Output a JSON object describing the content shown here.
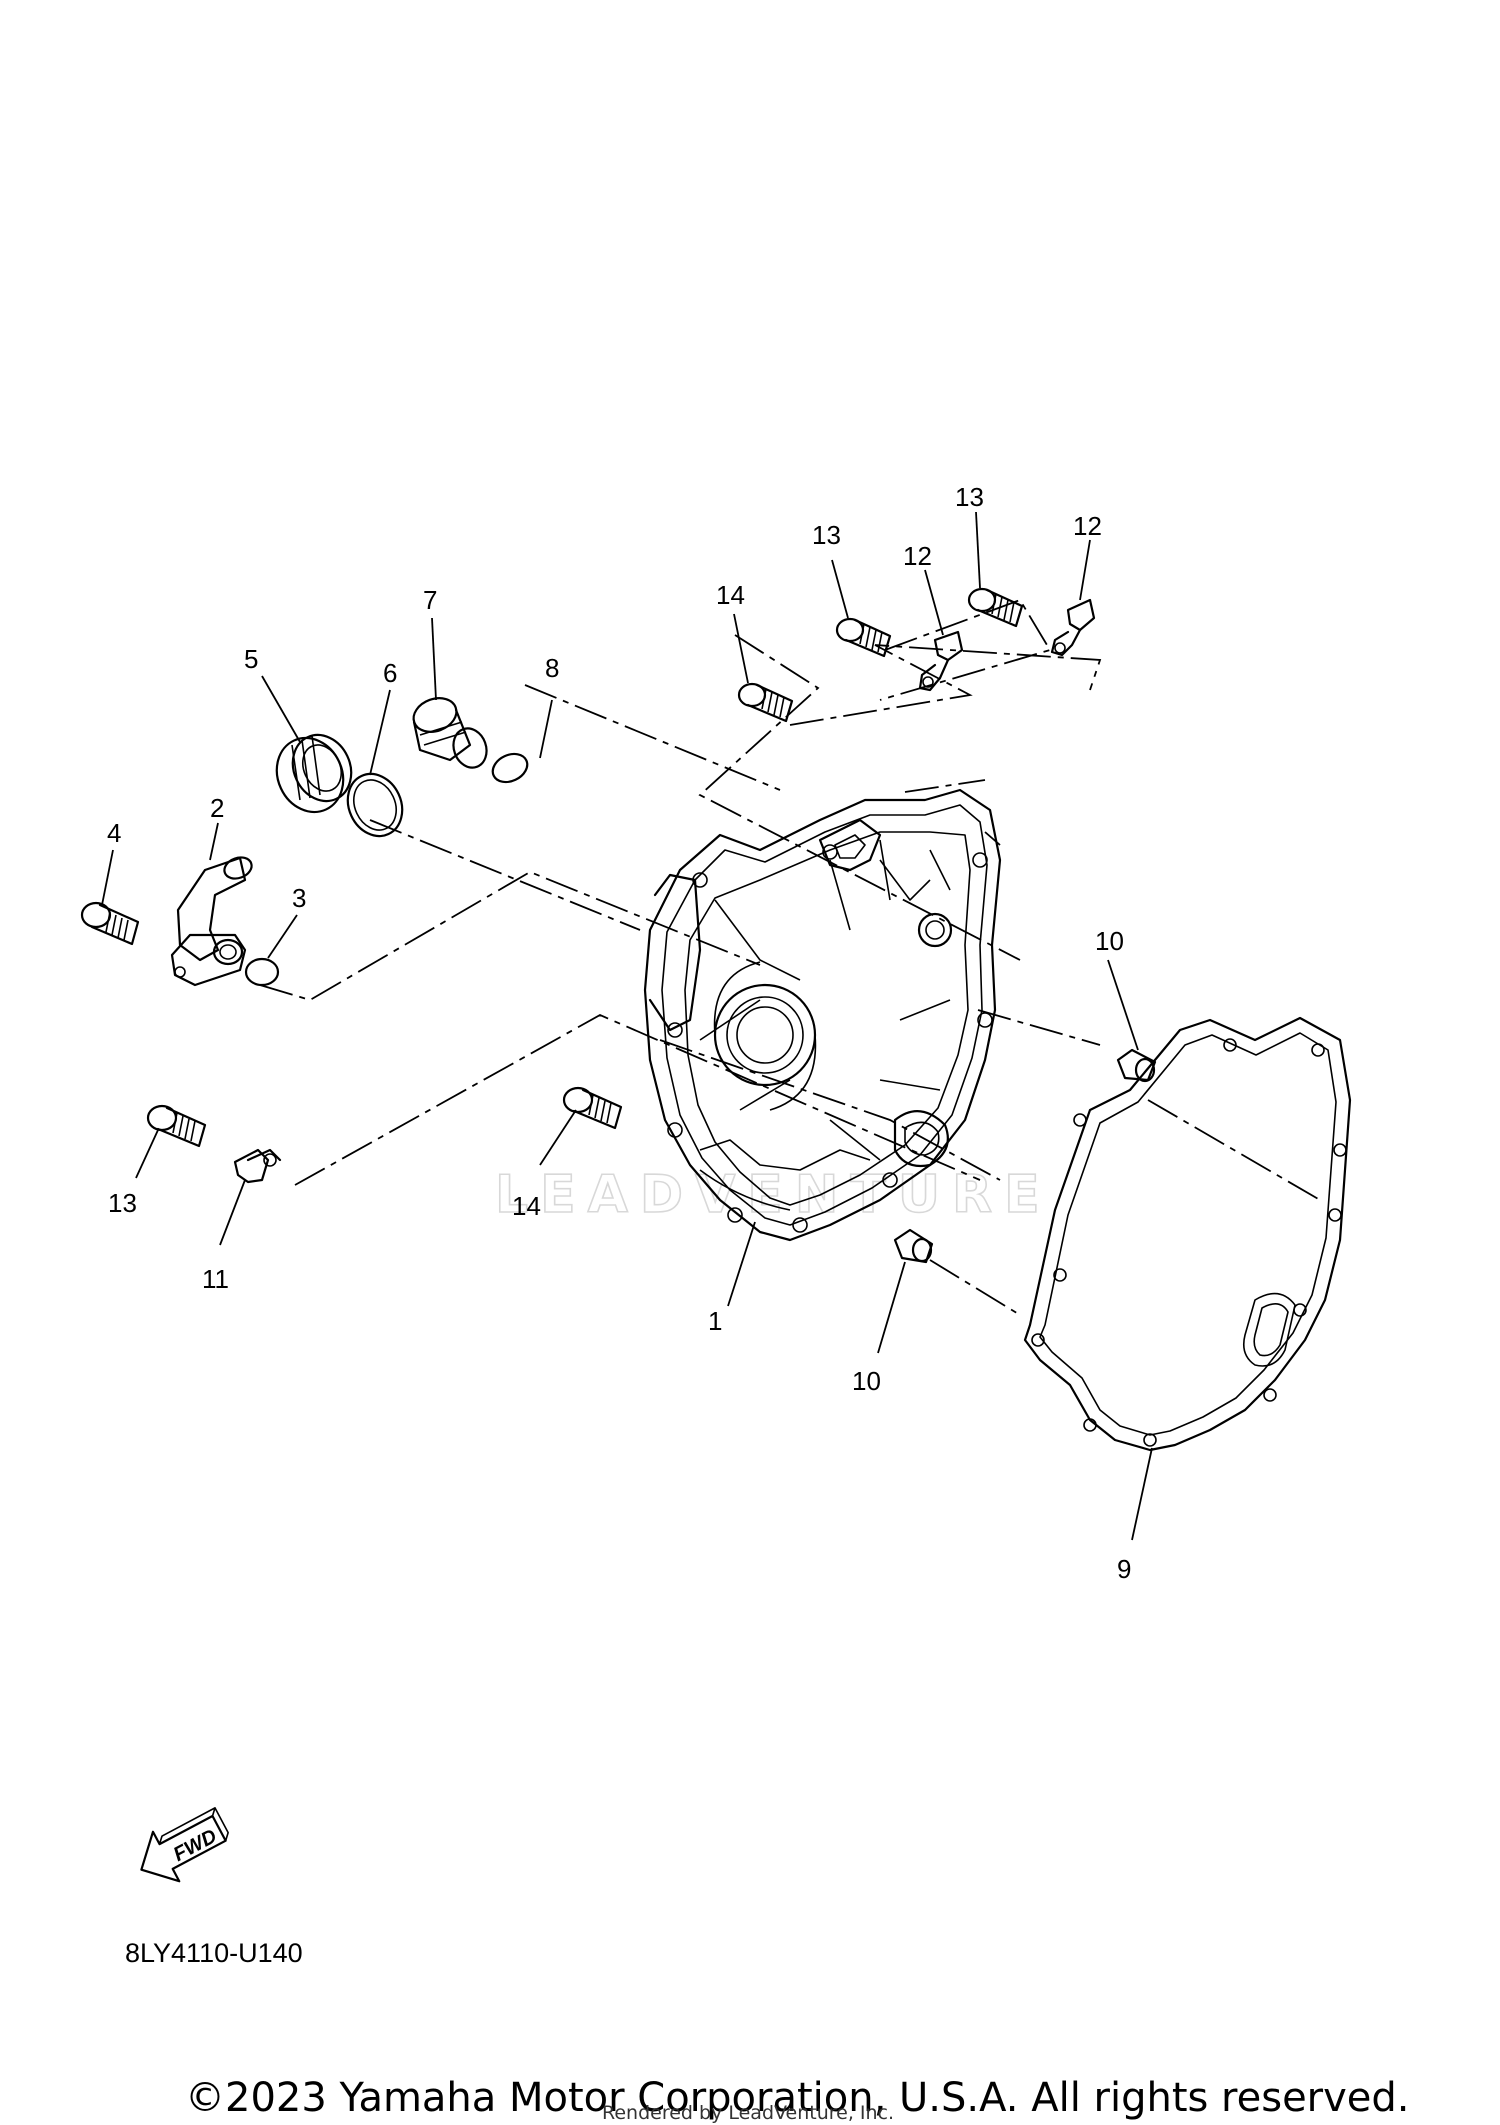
{
  "diagram": {
    "callouts": [
      {
        "id": "c1",
        "text": "1"
      },
      {
        "id": "c2",
        "text": "2"
      },
      {
        "id": "c3",
        "text": "3"
      },
      {
        "id": "c4",
        "text": "4"
      },
      {
        "id": "c5",
        "text": "5"
      },
      {
        "id": "c6",
        "text": "6"
      },
      {
        "id": "c7",
        "text": "7"
      },
      {
        "id": "c8",
        "text": "8"
      },
      {
        "id": "c9",
        "text": "9"
      },
      {
        "id": "c10a",
        "text": "10"
      },
      {
        "id": "c10b",
        "text": "10"
      },
      {
        "id": "c11",
        "text": "11"
      },
      {
        "id": "c12a",
        "text": "12"
      },
      {
        "id": "c12b",
        "text": "12"
      },
      {
        "id": "c13a",
        "text": "13"
      },
      {
        "id": "c13b",
        "text": "13"
      },
      {
        "id": "c13c",
        "text": "13"
      },
      {
        "id": "c14a",
        "text": "14"
      },
      {
        "id": "c14b",
        "text": "14"
      }
    ],
    "fwd_label": "FWD",
    "watermark": "LEADVENTURE",
    "diagram_code": "8LY4110-U140"
  },
  "footer": {
    "copyright": "©2023 Yamaha Motor Corporation, U.S.A. All rights reserved.",
    "rendered_by": "Rendered by LeadVenture, Inc."
  }
}
